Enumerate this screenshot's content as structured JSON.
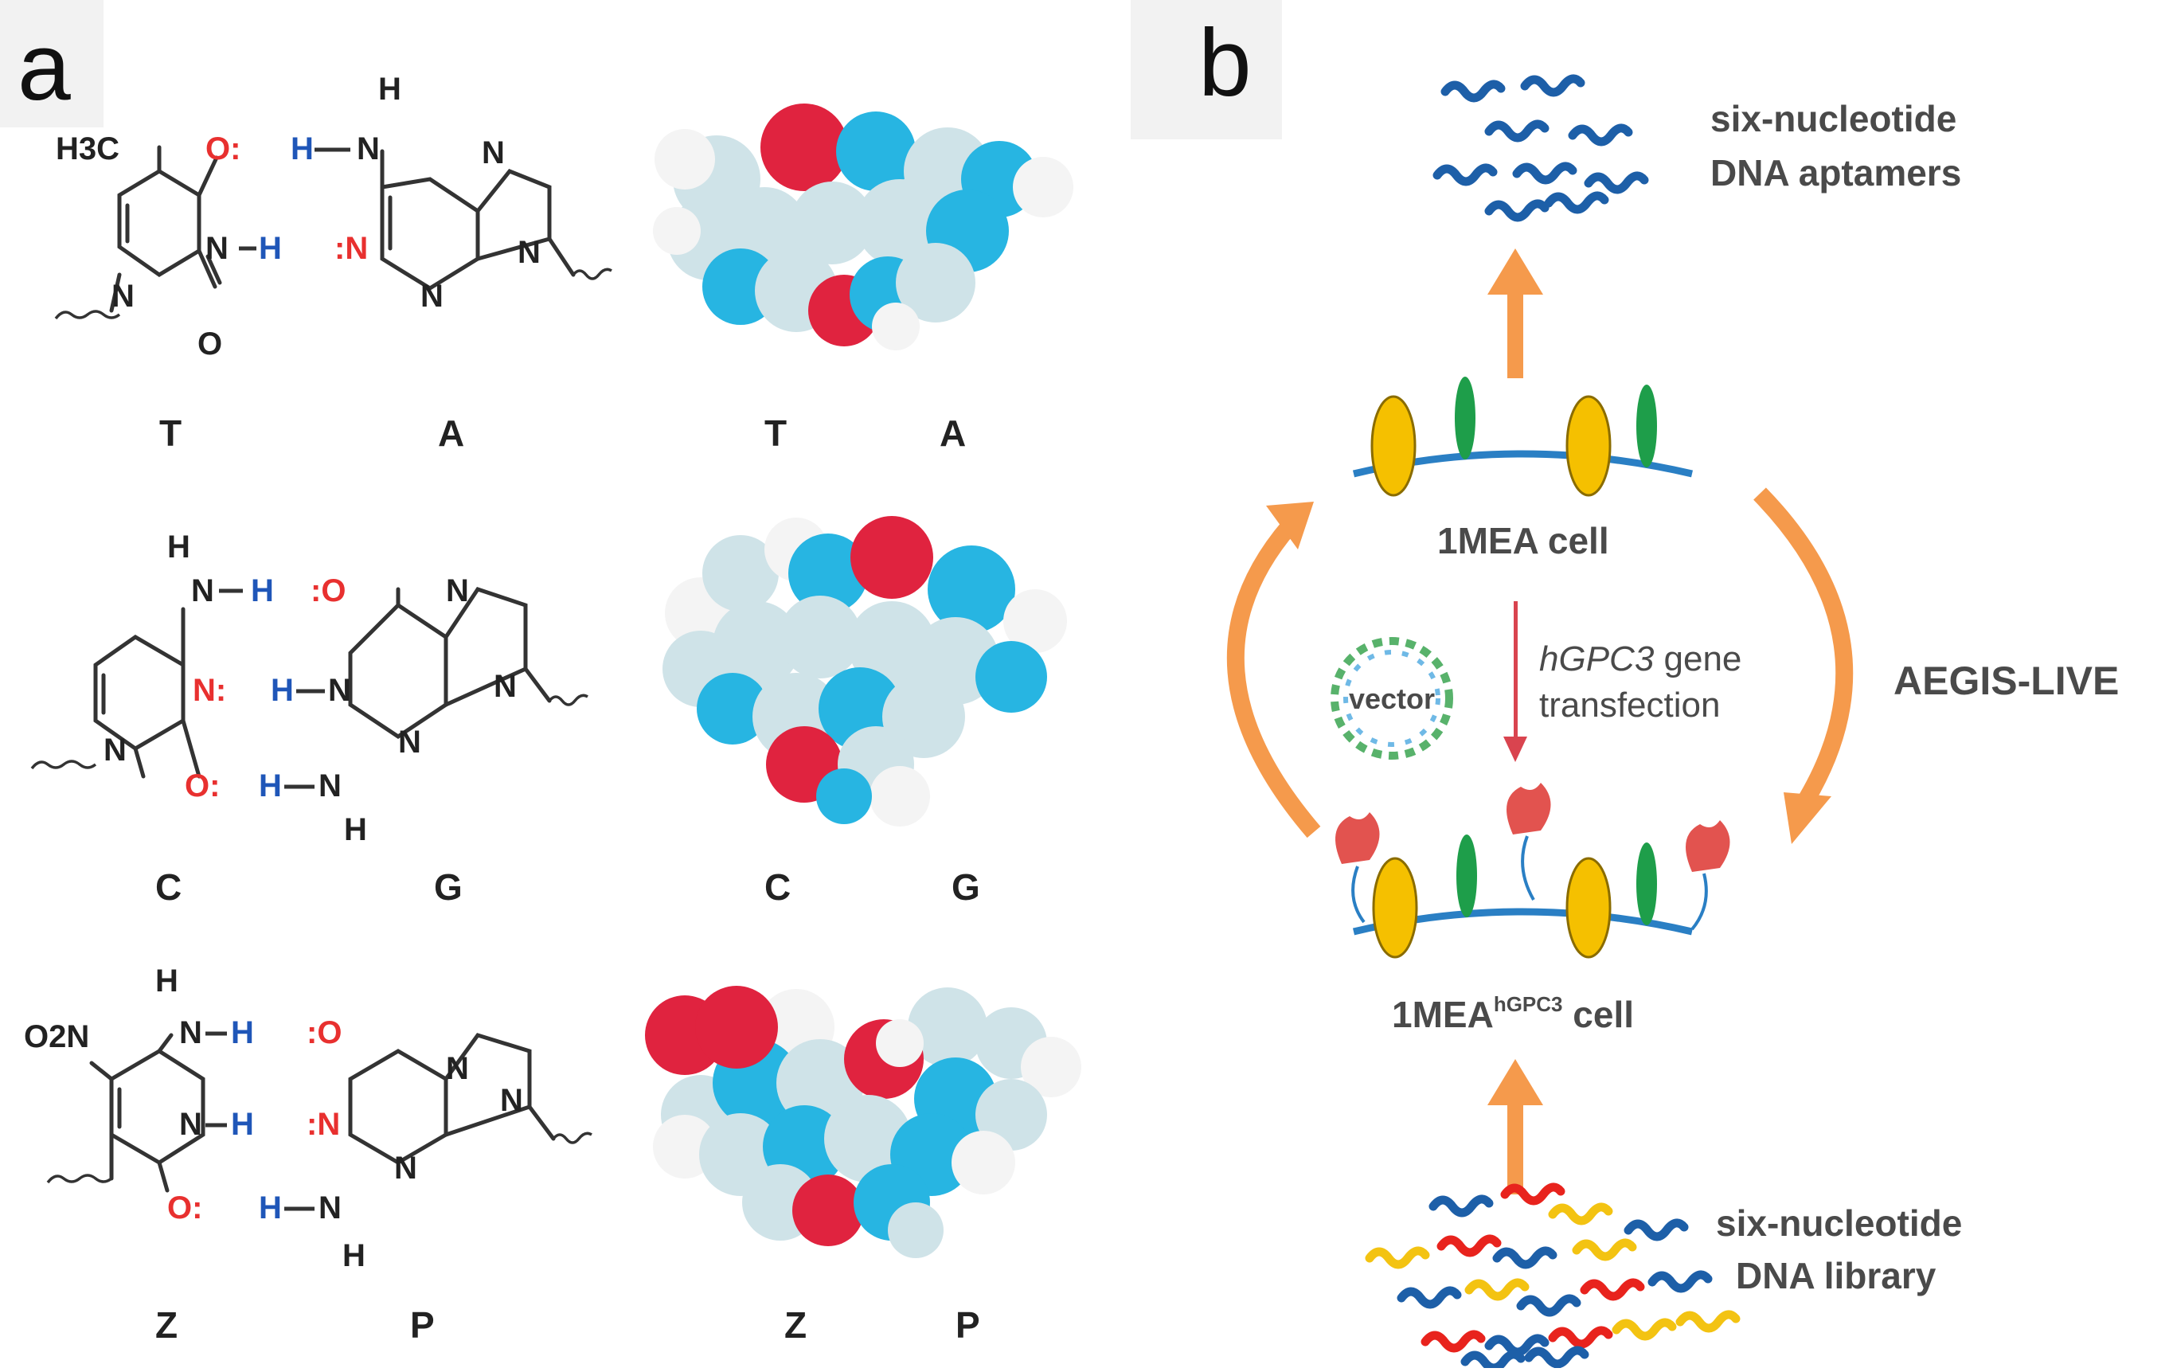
{
  "panel_a": {
    "letter": "a",
    "pairs": [
      {
        "left_base": "T",
        "right_base": "A",
        "left_atoms": [
          "H3C",
          "O:",
          "N",
          "H",
          "N",
          "O"
        ],
        "right_atoms": [
          "H",
          "H",
          "N",
          ":N",
          "N",
          "N",
          "N"
        ],
        "model_labels": [
          "T",
          "A"
        ]
      },
      {
        "left_base": "C",
        "right_base": "G",
        "left_atoms": [
          "H",
          "N",
          "H",
          "N:",
          "N",
          "O:"
        ],
        "right_atoms": [
          ":O",
          "N",
          "H",
          "N",
          "H",
          "N",
          "N",
          "N",
          "H"
        ],
        "model_labels": [
          "C",
          "G"
        ]
      },
      {
        "left_base": "Z",
        "right_base": "P",
        "left_atoms": [
          "H",
          "O2N",
          "N",
          "H",
          "N",
          "H",
          "O:"
        ],
        "right_atoms": [
          ":O",
          "N",
          ":N",
          "N",
          "N",
          "H",
          "N",
          "H"
        ],
        "model_labels": [
          "Z",
          "P"
        ]
      }
    ]
  },
  "panel_b": {
    "letter": "b",
    "top_label": [
      "six-nucleotide",
      "DNA aptamers"
    ],
    "cell_top": "1MEA cell",
    "vector": "vector",
    "transfection_gene": "hGPC3",
    "transfection_rest": " gene",
    "transfection_line2": "transfection",
    "cell_bottom_main": "1MEA",
    "cell_bottom_sup": "hGPC3",
    "cell_bottom_tail": " cell",
    "cycle_label": "AEGIS-LIVE",
    "bottom_label": [
      "six-nucleotide",
      "DNA library"
    ]
  },
  "colors": {
    "oxygen": "#e0233f",
    "nitrogen": "#27b5e2",
    "carbon": "#cfe3e8",
    "hydrogen": "#f4f4f4",
    "arrow_orange": "#f59a4c",
    "membrane": "#2a7fc4",
    "yellow_protein": "#f5c000",
    "green_protein": "#1e9e4a",
    "receptor_red": "#e2534f",
    "dna_blue": "#1d5fa8",
    "dna_red": "#e8231d",
    "dna_yellow": "#f3c312",
    "transfection_arrow": "#d9444f"
  }
}
